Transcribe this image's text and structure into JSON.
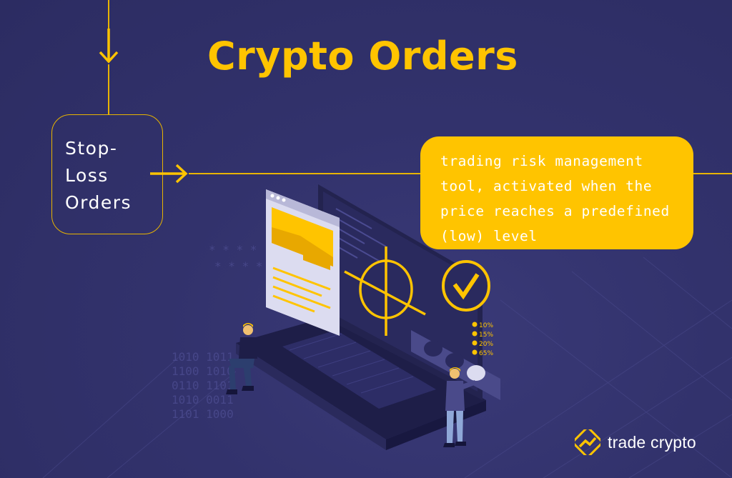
{
  "header": {
    "title": "Crypto Orders"
  },
  "flow": {
    "node_label": "Stop-\nLoss\nOrders",
    "description": "trading risk management tool, activated when the price reaches a predefined (low) level"
  },
  "illustration": {
    "percent_levels": [
      "10%",
      "15%",
      "20%",
      "65%"
    ]
  },
  "brand": {
    "name": "trade crypto"
  },
  "colors": {
    "background": "#32326c",
    "accent": "#ffc400",
    "text": "#ffffff"
  },
  "icons": [
    "arrow-down-icon",
    "arrow-right-icon",
    "target-crosshair-icon",
    "checkmark-icon",
    "trade-crypto-logo-icon"
  ]
}
